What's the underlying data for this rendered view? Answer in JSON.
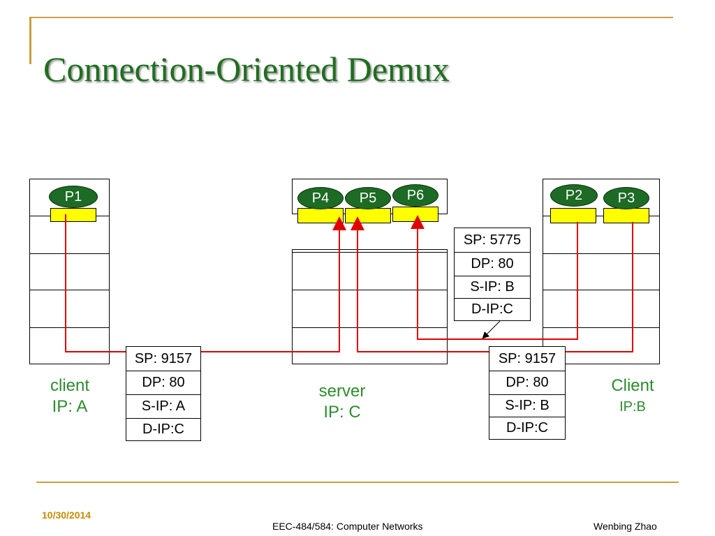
{
  "slide": {
    "title": "Connection-Oriented Demux",
    "date": "10/30/2014",
    "course": "EEC-484/584: Computer Networks",
    "author": "Wenbing Zhao",
    "accent_color": "#c8a040",
    "title_color": "#1f6e1f"
  },
  "hosts": {
    "client_a": {
      "name": "client",
      "ip": "IP: A",
      "processes": [
        "P1"
      ]
    },
    "server_c": {
      "name": "server",
      "ip": "IP: C",
      "processes": [
        "P4",
        "P5",
        "P6"
      ]
    },
    "client_b": {
      "name": "Client",
      "ip": "IP:B",
      "processes": [
        "P2",
        "P3"
      ]
    }
  },
  "segments": {
    "from_a": [
      "SP: 9157",
      "DP: 80",
      "S-IP: A",
      "D-IP:C"
    ],
    "from_b_p2": [
      "SP: 5775",
      "DP: 80",
      "S-IP: B",
      "D-IP:C"
    ],
    "from_b_p3": [
      "SP: 9157",
      "DP: 80",
      "S-IP: B",
      "D-IP:C"
    ]
  },
  "colors": {
    "process_fill": "#1d6b24",
    "socket_fill": "#ffff00",
    "wire": "#e00000",
    "label": "#2e8b2e"
  }
}
